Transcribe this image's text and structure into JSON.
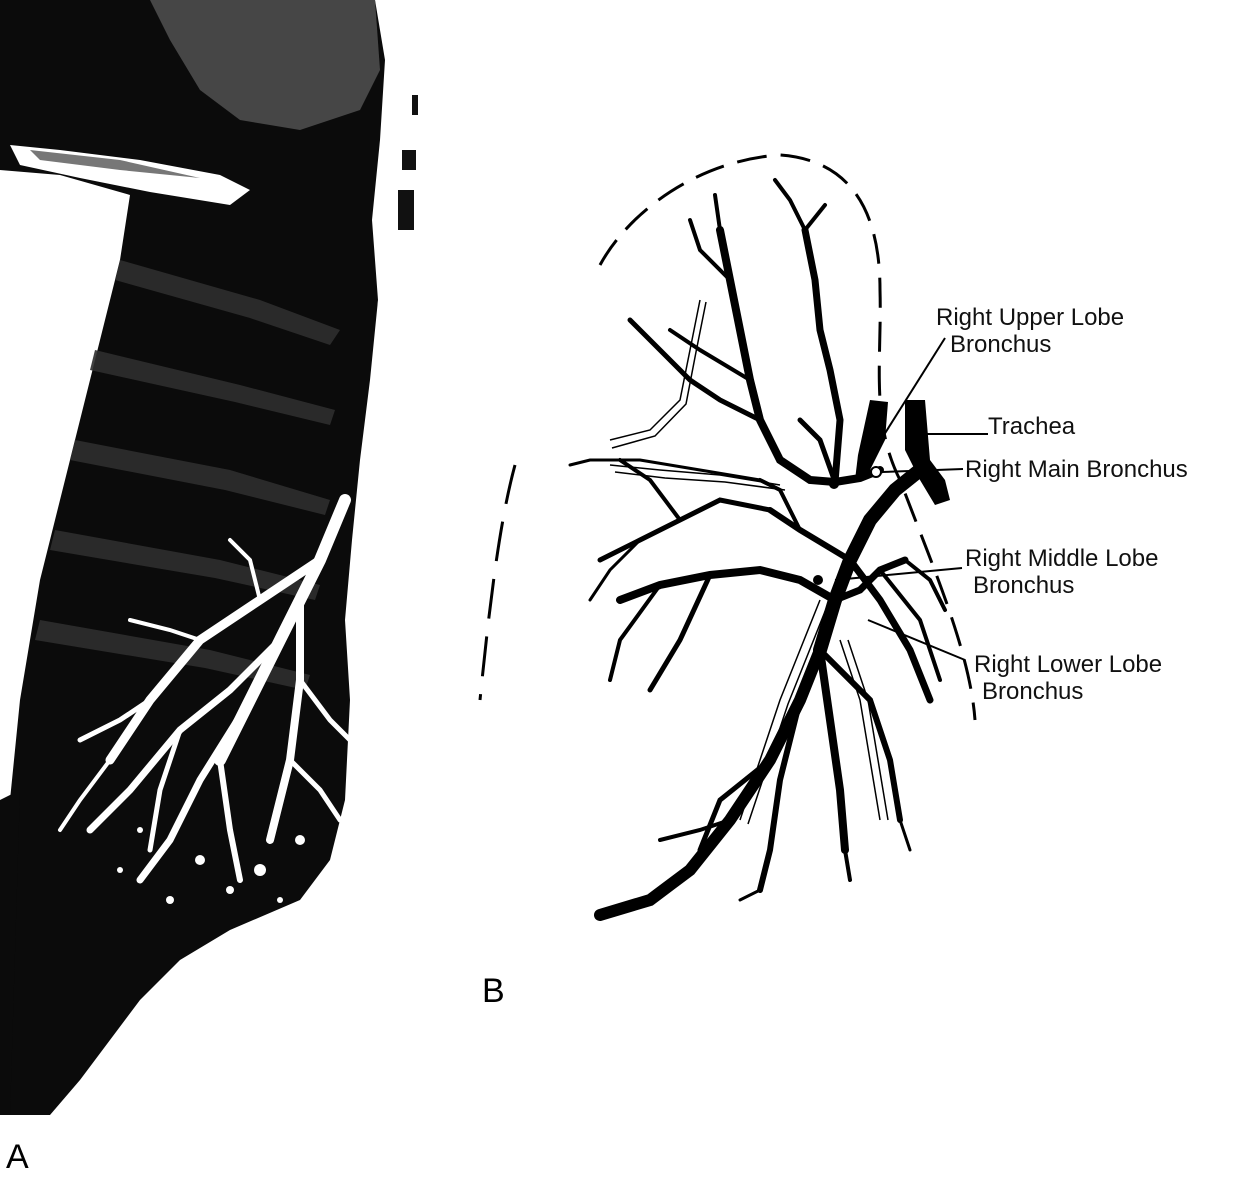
{
  "panels": {
    "a": {
      "letter": "A"
    },
    "b": {
      "letter": "B"
    }
  },
  "labels": {
    "right_upper_lobe": [
      "Right Upper Lobe",
      "Bronchus"
    ],
    "trachea": "Trachea",
    "right_main": "Right  Main Bronchus",
    "right_middle_lobe": [
      "Right  Middle Lobe",
      "Bronchus"
    ],
    "right_lower_lobe": [
      "Right  Lower Lobe",
      "Bronchus"
    ]
  },
  "colors": {
    "ink": "#000000",
    "paper": "#ffffff",
    "film_dark": "#0b0b0b",
    "film_mid": "#3a3a3a"
  }
}
